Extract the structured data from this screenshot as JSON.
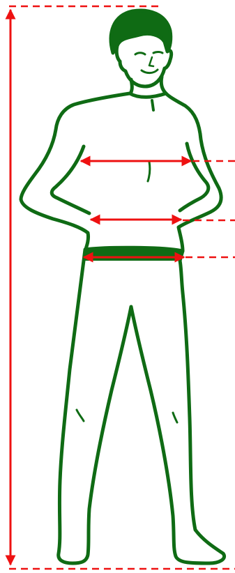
{
  "figure": {
    "subject": "body-measurement-figure",
    "colors": {
      "body": "#0f6b14",
      "body_fill": "#ffffff",
      "measure": "#ee1111",
      "background": "#ffffff"
    },
    "measurements": [
      {
        "name": "height",
        "orientation": "vertical",
        "guide_style": "dashed"
      },
      {
        "name": "chest",
        "orientation": "horizontal",
        "guide_style": "dashed"
      },
      {
        "name": "waist",
        "orientation": "horizontal",
        "guide_style": "dashed"
      },
      {
        "name": "hips",
        "orientation": "horizontal",
        "guide_style": "dashed"
      }
    ]
  }
}
